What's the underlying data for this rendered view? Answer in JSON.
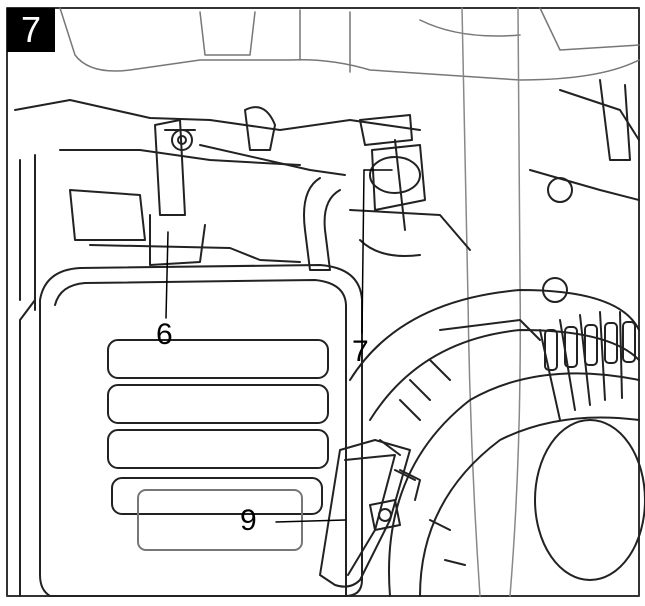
{
  "figure": {
    "step_number": "7",
    "callouts": [
      {
        "id": "6",
        "label": "6"
      },
      {
        "id": "7",
        "label": "7"
      },
      {
        "id": "9",
        "label": "9"
      }
    ]
  }
}
